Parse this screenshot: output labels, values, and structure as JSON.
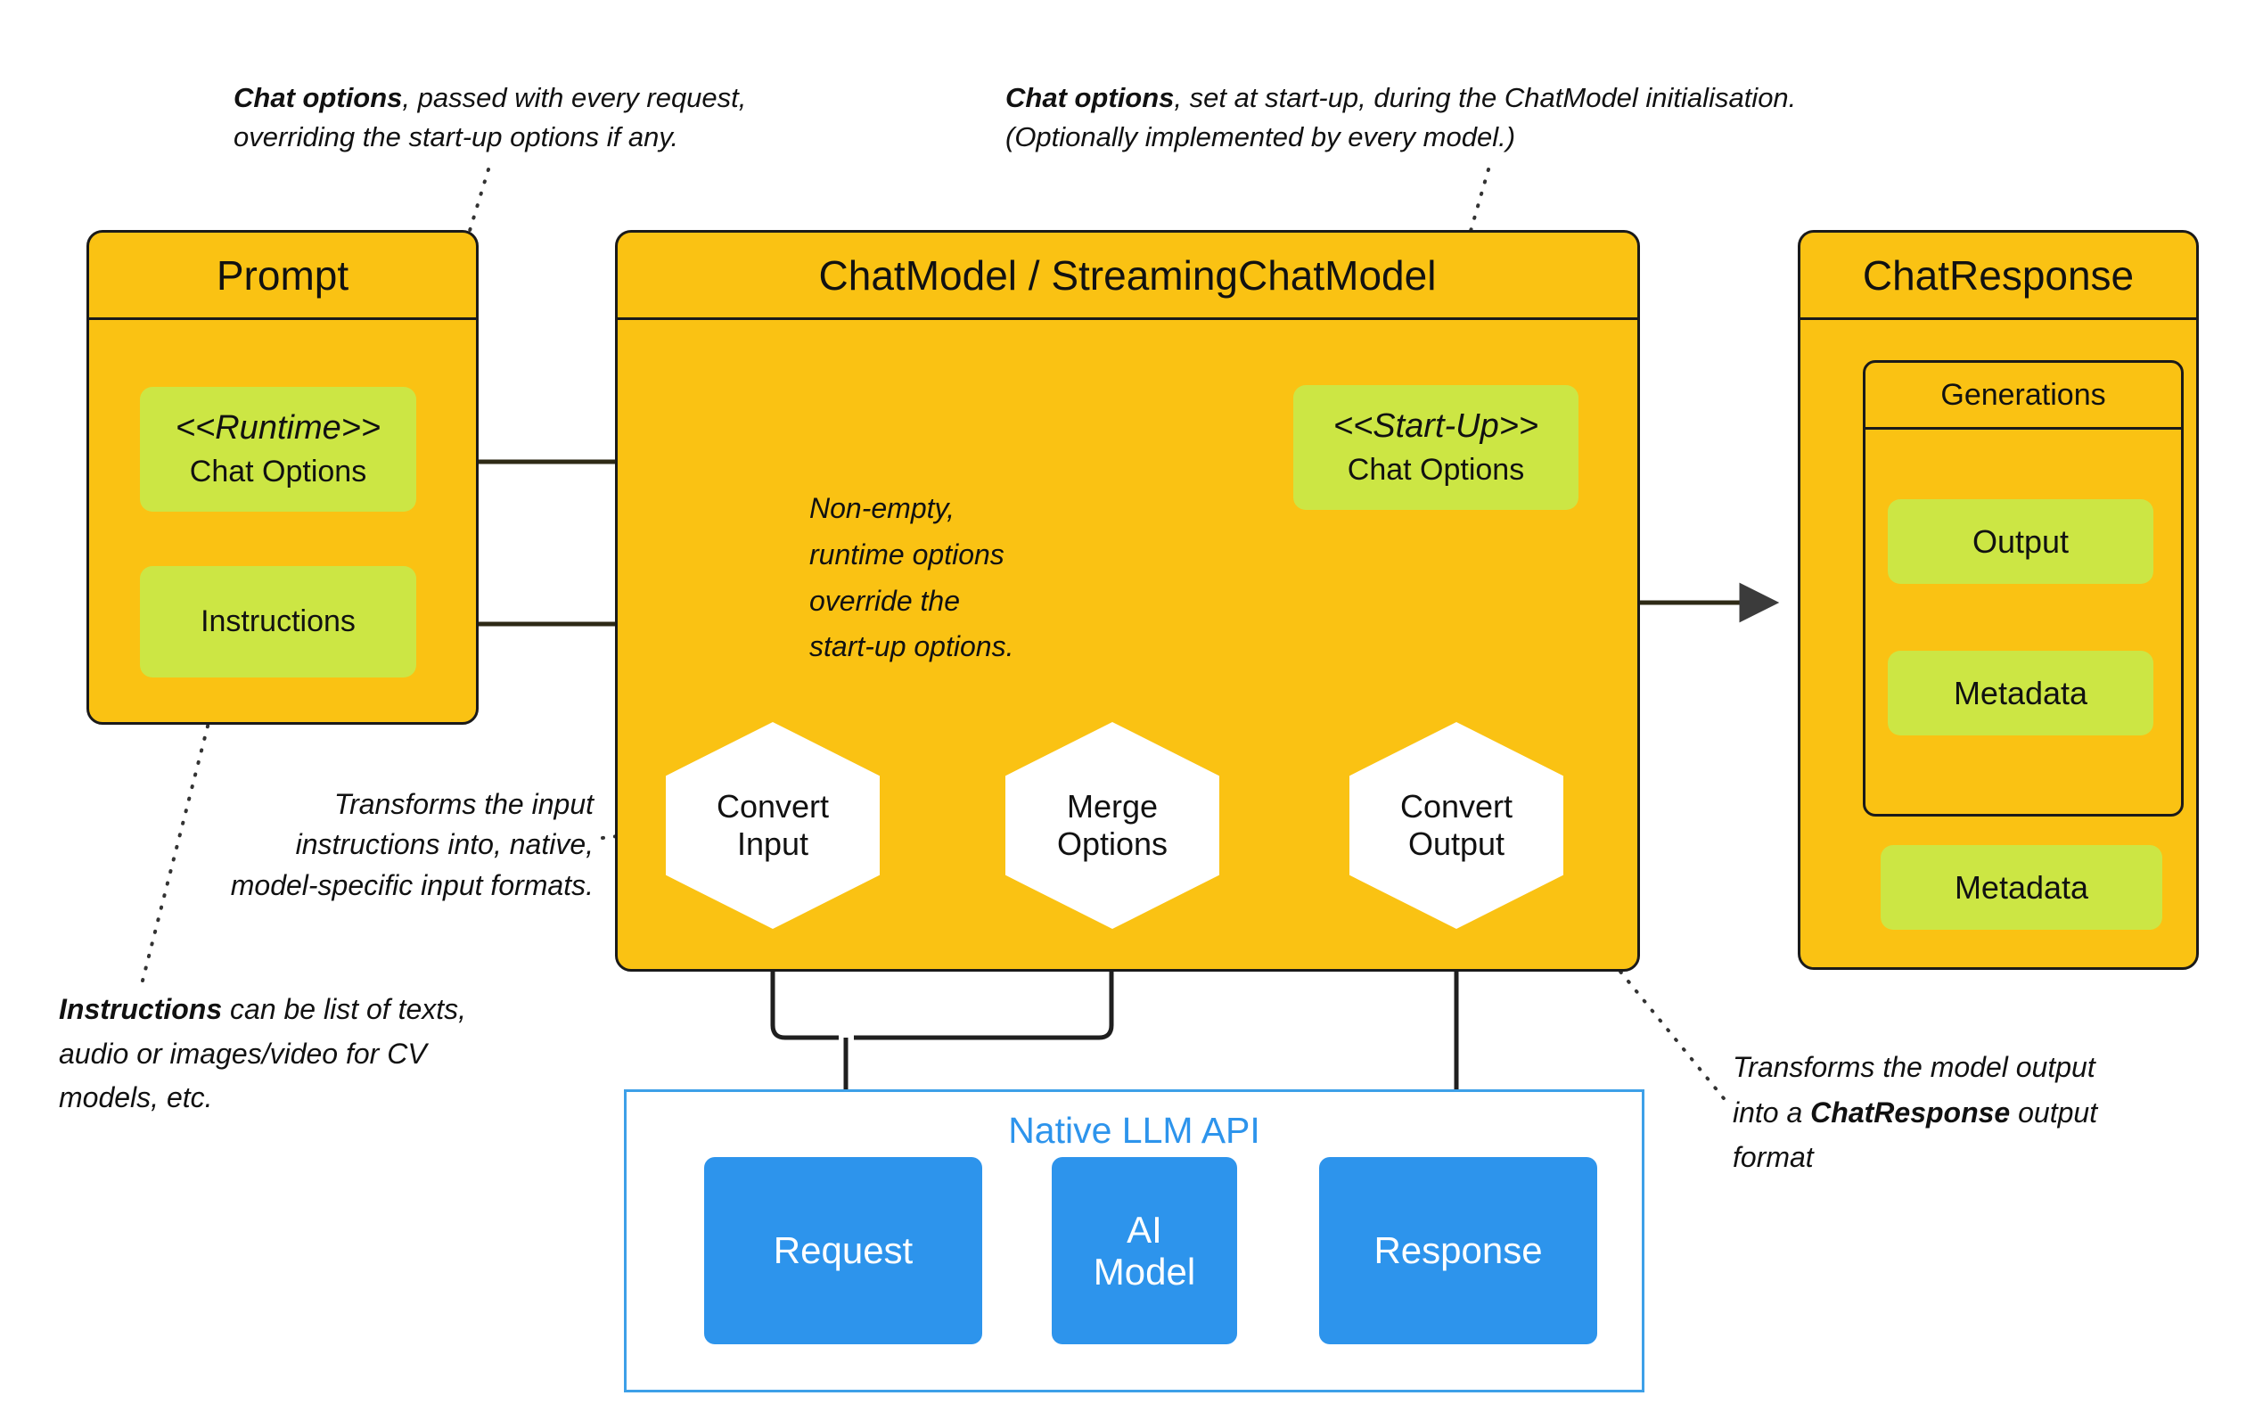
{
  "diagram": {
    "title": "ChatModel / StreamingChatModel flow",
    "colors": {
      "yellow": "#FAC213",
      "green": "#CCE644",
      "blue": "#2D94EC",
      "api_border": "#3DA0E8",
      "line": "#1a1a1a"
    }
  },
  "notes": {
    "runtime_options": {
      "bold": "Chat options",
      "rest_line1": ", passed with every  request,",
      "line2": "overriding the start-up options if any."
    },
    "startup_options": {
      "bold": "Chat options",
      "rest_line1": ", set at start-up, during  the ChatModel initialisation.",
      "line2": "(Optionally implemented by every model.)"
    },
    "merge_note": "Non-empty,\nruntime options\noverride the\nstart-up options.",
    "merge_note_lines": [
      "Non-empty,",
      "runtime options",
      "override the",
      "start-up options."
    ],
    "convert_input_note_lines": [
      "Transforms the input",
      "instructions into, native,",
      "model-specific input formats."
    ],
    "instructions_note": {
      "bold": "Instructions",
      "rest_line1": " can be list of texts,",
      "line2": "audio or images/video for CV",
      "line3": "models, etc."
    },
    "convert_output_note": {
      "line1": "Transforms the model output",
      "line2_a": "into  a ",
      "line2_bold": "ChatResponse",
      "line2_b": " output",
      "line3": "format"
    }
  },
  "prompt_box": {
    "title": "Prompt",
    "runtime_stereotype": "<<Runtime>>",
    "runtime_label": "Chat Options",
    "instructions_label": "Instructions"
  },
  "chatmodel_box": {
    "title": "ChatModel / StreamingChatModel",
    "startup_stereotype": "<<Start-Up>>",
    "startup_label": "Chat Options",
    "convert_input": {
      "line1": "Convert",
      "line2": "Input"
    },
    "merge_options": {
      "line1": "Merge",
      "line2": "Options"
    },
    "convert_output": {
      "line1": "Convert",
      "line2": "Output"
    }
  },
  "chatresponse_box": {
    "title": "ChatResponse",
    "generations_title": "Generations",
    "output_label": "Output",
    "generation_metadata_label": "Metadata",
    "response_metadata_label": "Metadata"
  },
  "native_api": {
    "title": "Native LLM API",
    "request_label": "Request",
    "ai_model": {
      "line1": "AI",
      "line2": "Model"
    },
    "response_label": "Response"
  }
}
